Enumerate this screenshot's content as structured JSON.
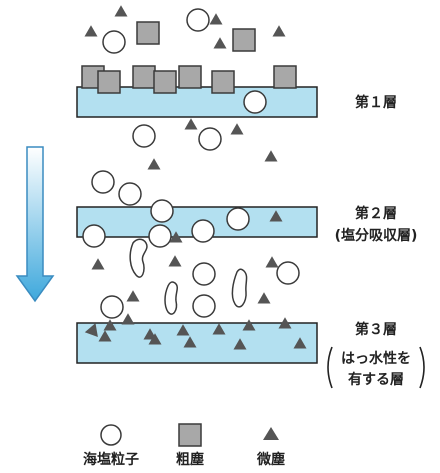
{
  "colors": {
    "layer_fill": "#b3e0f0",
    "particle_stroke": "#3a3a3a",
    "coarse_fill": "#a8a8a8",
    "fine_fill": "#555555",
    "arrow_top": "#ffffff",
    "arrow_bottom": "#3ea8dc"
  },
  "layers": [
    {
      "label_lines": [
        "第１層"
      ]
    },
    {
      "label_lines": [
        "第２層",
        "(塩分吸収層)"
      ]
    },
    {
      "label_lines": [
        "第３層"
      ],
      "sub_lines": [
        "はっ水性を",
        "有する層"
      ]
    }
  ],
  "legend": {
    "salt_label": "海塩粒子",
    "coarse_label": "粗塵",
    "fine_label": "微塵"
  }
}
